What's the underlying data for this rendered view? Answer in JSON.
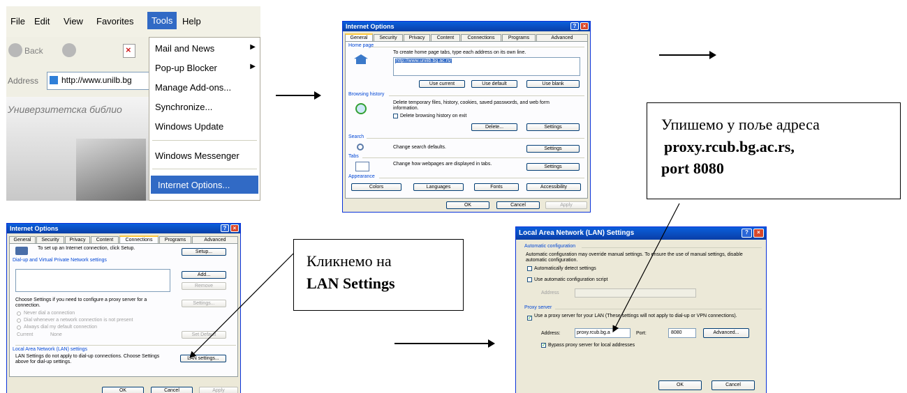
{
  "ie_window": {
    "menubar": [
      "File",
      "Edit",
      "View",
      "Favorites",
      "Tools",
      "Help"
    ],
    "back_label": "Back",
    "address_label": "Address",
    "address_value": "http://www.unilb.bg",
    "page_banner": "Универзитетска библио",
    "tools_menu": [
      "Mail and News",
      "Pop-up Blocker",
      "Manage Add-ons...",
      "Synchronize...",
      "Windows Update",
      "Windows Messenger",
      "Internet Options..."
    ]
  },
  "options_general": {
    "title": "Internet Options",
    "tabs": [
      "General",
      "Security",
      "Privacy",
      "Content",
      "Connections",
      "Programs",
      "Advanced"
    ],
    "home_page_group": "Home page",
    "home_page_text": "To create home page tabs, type each address on its own line.",
    "home_page_url": "http://www.unilib.bg.ac.rs/",
    "use_current": "Use current",
    "use_default": "Use default",
    "use_blank": "Use blank",
    "history_group": "Browsing history",
    "history_text": "Delete temporary files, history, cookies, saved passwords, and web form information.",
    "history_check": "Delete browsing history on exit",
    "delete": "Delete...",
    "settings": "Settings",
    "search_group": "Search",
    "search_text": "Change search defaults.",
    "tabs_group": "Tabs",
    "tabs_text": "Change how webpages are displayed in tabs.",
    "appearance_group": "Appearance",
    "colors": "Colors",
    "languages": "Languages",
    "fonts": "Fonts",
    "accessibility": "Accessibility",
    "ok": "OK",
    "cancel": "Cancel",
    "apply": "Apply"
  },
  "options_connections": {
    "title": "Internet Options",
    "tabs": [
      "General",
      "Security",
      "Privacy",
      "Content",
      "Connections",
      "Programs",
      "Advanced"
    ],
    "setup_text": "To set up an Internet connection, click Setup.",
    "setup": "Setup...",
    "dialup_group": "Dial-up and Virtual Private Network settings",
    "add": "Add...",
    "remove": "Remove",
    "choose_text": "Choose Settings if you need to configure a proxy server for a connection.",
    "settings": "Settings...",
    "radio1": "Never dial a connection",
    "radio2": "Dial whenever a network connection is not present",
    "radio3": "Always dial my default connection",
    "current_label": "Current",
    "current_value": "None",
    "set_default": "Set Default",
    "lan_group": "Local Area Network (LAN) settings",
    "lan_text": "LAN Settings do not apply to dial-up connections. Choose Settings above for dial-up settings.",
    "lan_settings": "LAN settings...",
    "ok": "OK",
    "cancel": "Cancel",
    "apply": "Apply"
  },
  "lan_dialog": {
    "title": "Local Area Network (LAN) Settings",
    "auto_group": "Automatic configuration",
    "auto_text": "Automatic configuration may override manual settings. To ensure the use of manual settings, disable automatic configuration.",
    "auto_detect": "Automatically detect settings",
    "auto_script": "Use automatic configuration script",
    "address_label": "Address",
    "proxy_group": "Proxy server",
    "proxy_check": "Use a proxy server for your LAN (These settings will not apply to dial-up or VPN connections).",
    "proxy_address_label": "Address:",
    "proxy_address_value": "proxy.rcub.bg.a",
    "port_label": "Port:",
    "port_value": "8080",
    "advanced": "Advanced...",
    "bypass": "Bypass proxy server for local addresses",
    "ok": "OK",
    "cancel": "Cancel"
  },
  "callout_lan": {
    "line1": "Кликнемо на",
    "line2": "LAN Settings"
  },
  "callout_proxy": {
    "line1": "Упишемо у поље адреса",
    "line2": "proxy.rcub.bg.ac.rs,",
    "line3": "port 8080"
  },
  "colors": {
    "xp_title": "#0a4bd0",
    "xp_face": "#ece9d8",
    "group_label": "#0046d5"
  }
}
